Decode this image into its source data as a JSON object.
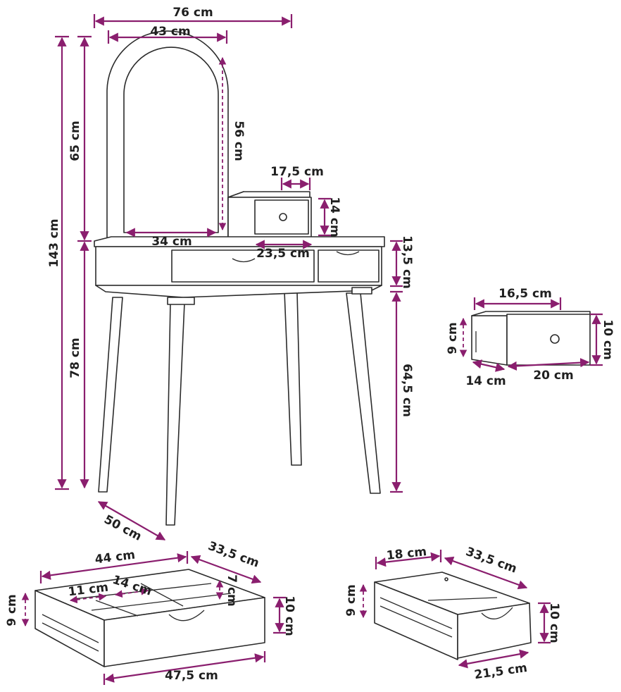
{
  "colors": {
    "dimension": "#8a1e6e",
    "outline": "#2b2b2b",
    "text": "#1f1f1f"
  },
  "icons": {
    "arrowhead": "triangle-arrow-icon",
    "knob": "round-knob-icon"
  },
  "main_view": {
    "total_width": "76 cm",
    "mirror_width": "43 cm",
    "mirror_inner_width": "34 cm",
    "mirror_height": "65 cm",
    "mirror_inner_height": "56 cm",
    "total_height": "143 cm",
    "table_height": "78 cm",
    "leg_height": "64,5 cm",
    "depth": "50 cm",
    "small_drawer_width": "17,5 cm",
    "small_drawer_height": "14 cm",
    "right_drawer_width": "23,5 cm",
    "apron_height": "13,5 cm"
  },
  "small_drawer_view": {
    "top_width": "16,5 cm",
    "height_inner": "9 cm",
    "height_outer": "10 cm",
    "depth": "14 cm",
    "front_width": "20 cm"
  },
  "large_drawer_view": {
    "inner_width": "44 cm",
    "depth": "33,5 cm",
    "compartment_a": "11 cm",
    "compartment_b": "14 cm",
    "compartment_height": "7 cm",
    "height_inner": "9 cm",
    "height_outer": "10 cm",
    "front_width": "47,5 cm"
  },
  "right_drawer_view": {
    "inner_width": "18 cm",
    "depth": "33,5 cm",
    "height_inner": "9 cm",
    "height_outer": "10 cm",
    "front_width": "21,5 cm"
  }
}
